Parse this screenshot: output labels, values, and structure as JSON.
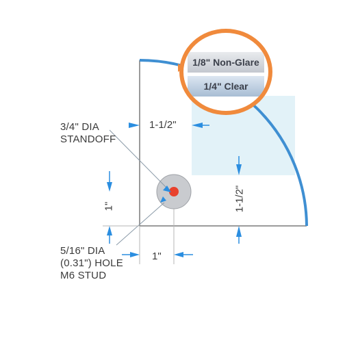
{
  "callouts": {
    "standoff": [
      "3/4\" DIA",
      "STANDOFF"
    ],
    "hole": [
      "5/16\" DIA",
      "(0.31\") HOLE",
      "M6 STUD"
    ]
  },
  "dimensions": {
    "top_horizontal": "1-1/2\"",
    "right_vertical": "1-1/2\"",
    "left_vertical": "1\"",
    "bottom_horizontal": "1\""
  },
  "glass_options": [
    "1/8\" Non-Glare",
    "1/4\" Clear"
  ],
  "colors": {
    "edge_arc": "#3f8fd2",
    "badge_ring": "#f08a3c",
    "standoff": "#c9cbcf",
    "hole": "#e8412c",
    "glass_tint": "#e2f2f8",
    "arrow": "#2b8ee0"
  }
}
